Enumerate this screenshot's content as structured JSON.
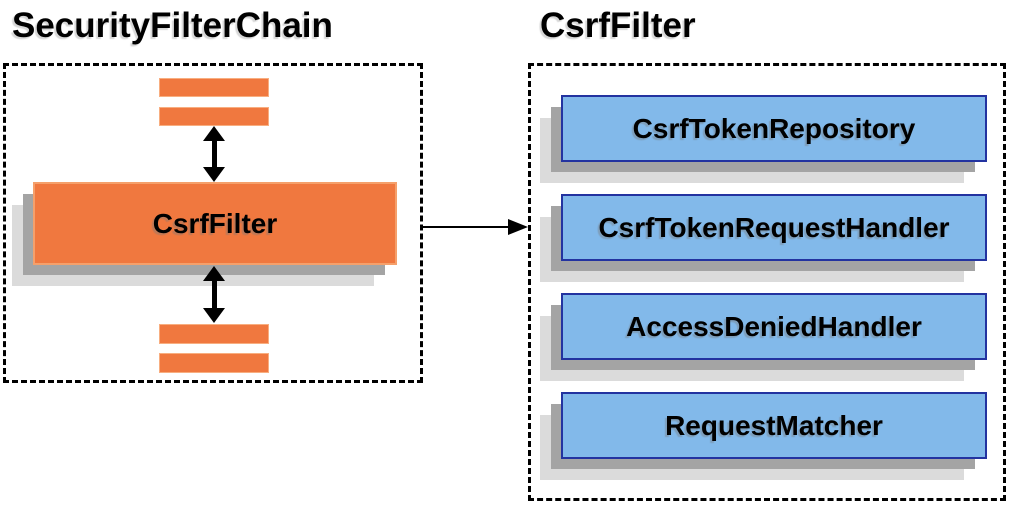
{
  "left_panel": {
    "title": "SecurityFilterChain",
    "main_filter": "CsrfFilter"
  },
  "right_panel": {
    "title": "CsrfFilter",
    "components": [
      "CsrfTokenRepository",
      "CsrfTokenRequestHandler",
      "AccessDeniedHandler",
      "RequestMatcher"
    ]
  },
  "colors": {
    "filter_orange": "#F0783F",
    "component_blue": "#82B9EA",
    "component_border_blue": "#2333A0",
    "shadow_dark_gray": "#A4A4A4",
    "shadow_light_gray": "#DBDBDB",
    "arrow_black": "#000000"
  }
}
